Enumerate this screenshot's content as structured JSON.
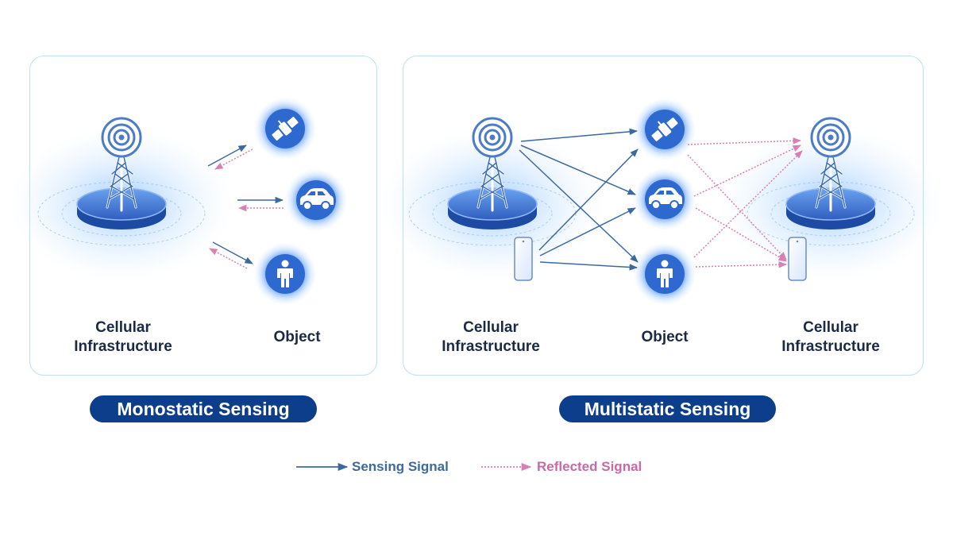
{
  "monostatic": {
    "infrastructure_label": [
      "Cellular",
      "Infrastructure"
    ],
    "object_label": "Object",
    "title": "Monostatic Sensing"
  },
  "multistatic": {
    "tx_label": [
      "Cellular",
      "Infrastructure"
    ],
    "object_label": "Object",
    "rx_label": [
      "Cellular",
      "Infrastructure"
    ],
    "title": "Multistatic Sensing"
  },
  "legend": {
    "sensing": "Sensing Signal",
    "reflected": "Reflected Signal"
  },
  "colors": {
    "sensing": "#3d6a9e",
    "reflected": "#d97fb4",
    "pill": "#0d3e8c",
    "tower": "#3d6db8",
    "glow": "#4fa3ff",
    "panel_border": "#bfe0f2",
    "label_text": "#1a2a44",
    "legend_sensing_text": "#3d6a9e",
    "legend_reflected_text": "#c76aa6"
  },
  "icons": [
    "cell-tower-icon",
    "satellite-icon",
    "car-icon",
    "person-icon",
    "smartphone-icon"
  ]
}
